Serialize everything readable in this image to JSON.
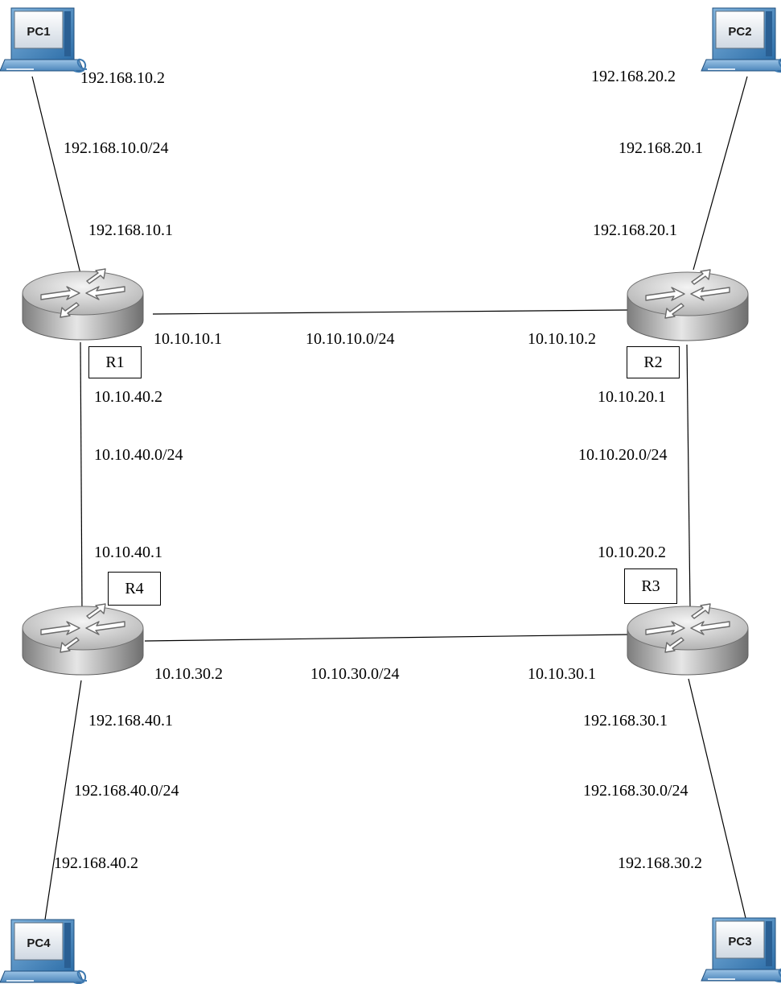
{
  "pcs": {
    "pc1": "PC1",
    "pc2": "PC2",
    "pc3": "PC3",
    "pc4": "PC4"
  },
  "routers": {
    "r1": "R1",
    "r2": "R2",
    "r3": "R3",
    "r4": "R4"
  },
  "labels": {
    "pc1_ip": "192.168.10.2",
    "net_pc1_r1": "192.168.10.0/24",
    "r1_lan_ip": "192.168.10.1",
    "r1_to_r2_ip": "10.10.10.1",
    "net_r1_r2": "10.10.10.0/24",
    "r2_to_r1_ip": "10.10.10.2",
    "pc2_ip": "192.168.20.2",
    "net_pc2_r2": "192.168.20.1",
    "r2_lan_ip": "192.168.20.1",
    "r1_to_r4_ip": "10.10.40.2",
    "net_r1_r4": "10.10.40.0/24",
    "r4_to_r1_ip": "10.10.40.1",
    "r2_to_r3_ip": "10.10.20.1",
    "net_r2_r3": "10.10.20.0/24",
    "r3_to_r2_ip": "10.10.20.2",
    "r4_to_r3_ip": "10.10.30.2",
    "net_r4_r3": "10.10.30.0/24",
    "r3_to_r4_ip": "10.10.30.1",
    "r4_lan_ip": "192.168.40.1",
    "net_pc4_r4": "192.168.40.0/24",
    "pc4_ip": "192.168.40.2",
    "r3_lan_ip": "192.168.30.1",
    "net_pc3_r3": "192.168.30.0/24",
    "pc3_ip": "192.168.30.2"
  }
}
